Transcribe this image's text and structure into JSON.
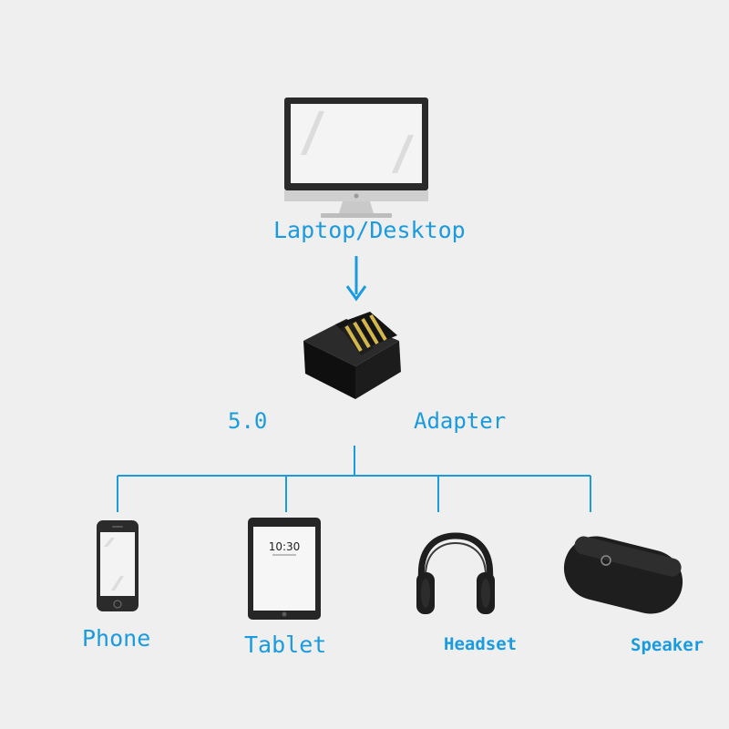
{
  "diagram": {
    "hub": {
      "label": "Laptop/Desktop",
      "icon": "monitor-icon"
    },
    "adapter": {
      "version_label": "5.0",
      "label": "Adapter",
      "icon": "usb-adapter-icon"
    },
    "tablet_screen": {
      "time": "10:30"
    },
    "devices": [
      {
        "label": "Phone",
        "icon": "phone-icon"
      },
      {
        "label": "Tablet",
        "icon": "tablet-icon"
      },
      {
        "label": "Headset",
        "icon": "headphones-icon"
      },
      {
        "label": "Speaker",
        "icon": "speaker-icon"
      }
    ],
    "colors": {
      "accent": "#1a9be0",
      "background": "#efefef",
      "device_dark": "#1e1e1e"
    }
  }
}
